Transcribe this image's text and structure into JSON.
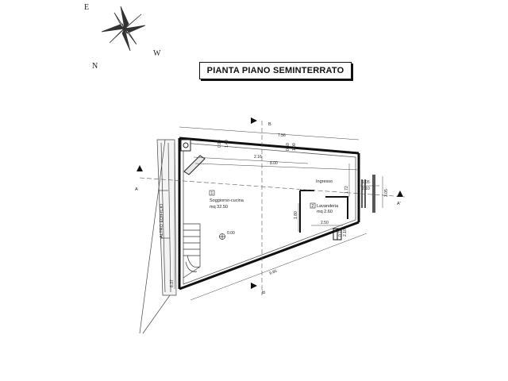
{
  "title": "PIANTA PIANO SEMINTERRATO",
  "compass": {
    "n": "N",
    "e": "E",
    "w": "W"
  },
  "section_marks": {
    "a_left": "A",
    "a_right": "A'",
    "b_top": "B",
    "b_bottom": "B'"
  },
  "side_label": "ALTRO EDIFICIO",
  "rooms": {
    "soggiorno": {
      "number": "1",
      "name": "Soggiorno-cucina",
      "area": "mq 32.50"
    },
    "lavanderia": {
      "number": "2",
      "name": "Lavanderia",
      "area": "mq 2.60"
    },
    "ingresso": {
      "name": "Ingresso"
    }
  },
  "level": "0.00",
  "dimensions": {
    "overall_top": "7.56",
    "inner_top": "8.00",
    "window_top": "2.16",
    "small_a": "0.90",
    "small_b": "1.40",
    "small_c": "0.60",
    "small_d": "1.00",
    "left_wall": "6.37",
    "diagonal": "9.85",
    "lav_height": "1.80",
    "ingresso_height": "1.72",
    "lav_width": "2.50",
    "right_a": "1.05",
    "right_b": "2.10",
    "right_c": "3.05",
    "door_a": "0.70",
    "door_b": "2.10"
  }
}
